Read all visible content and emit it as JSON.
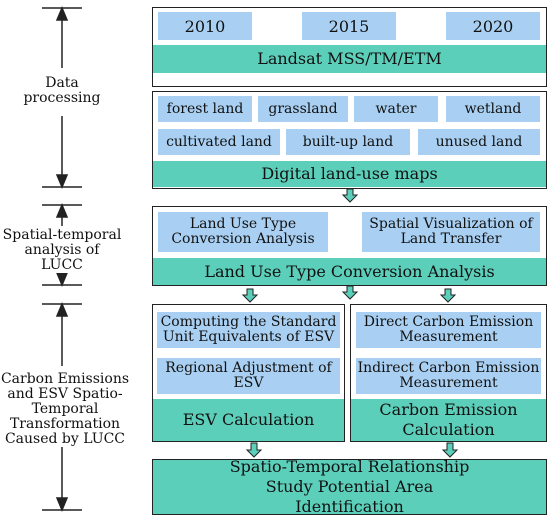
{
  "colors": {
    "blue_box": "#a9d0f2",
    "teal_bar": "#5ccfbb",
    "arrow_fill": "#5ccfbb",
    "line": "#222222"
  },
  "side_labels": {
    "stage1": "Data processing",
    "stage2": "Spatial-temporal analysis of LUCC",
    "stage3": "Carbon Emissions and ESV Spatio-Temporal Transformation Caused by LUCC"
  },
  "section1": {
    "years": [
      "2010",
      "2015",
      "2020"
    ],
    "bar": "Landsat MSS/TM/ETM"
  },
  "section2": {
    "row1": [
      "forest land",
      "grassland",
      "water",
      "wetland"
    ],
    "row2": [
      "cultivated land",
      "built-up land",
      "unused land"
    ],
    "bar": "Digital land-use maps"
  },
  "section3": {
    "box_left": "Land Use Type Conversion Analysis",
    "box_right": "Spatial Visualization of Land Transfer",
    "bar": "Land Use Type Conversion Analysis"
  },
  "section4": {
    "esv_box1": "Computing the Standard Unit Equivalents of ESV",
    "esv_box2": "Regional Adjustment of ESV",
    "esv_bar": "ESV Calculation",
    "carbon_box1": "Direct Carbon Emission Measurement",
    "carbon_box2": "Indirect Carbon Emission Measurement",
    "carbon_bar": "Carbon Emission Calculation"
  },
  "section5": {
    "bar": "Spatio-Temporal Relationship Study Potential Area Identification"
  }
}
